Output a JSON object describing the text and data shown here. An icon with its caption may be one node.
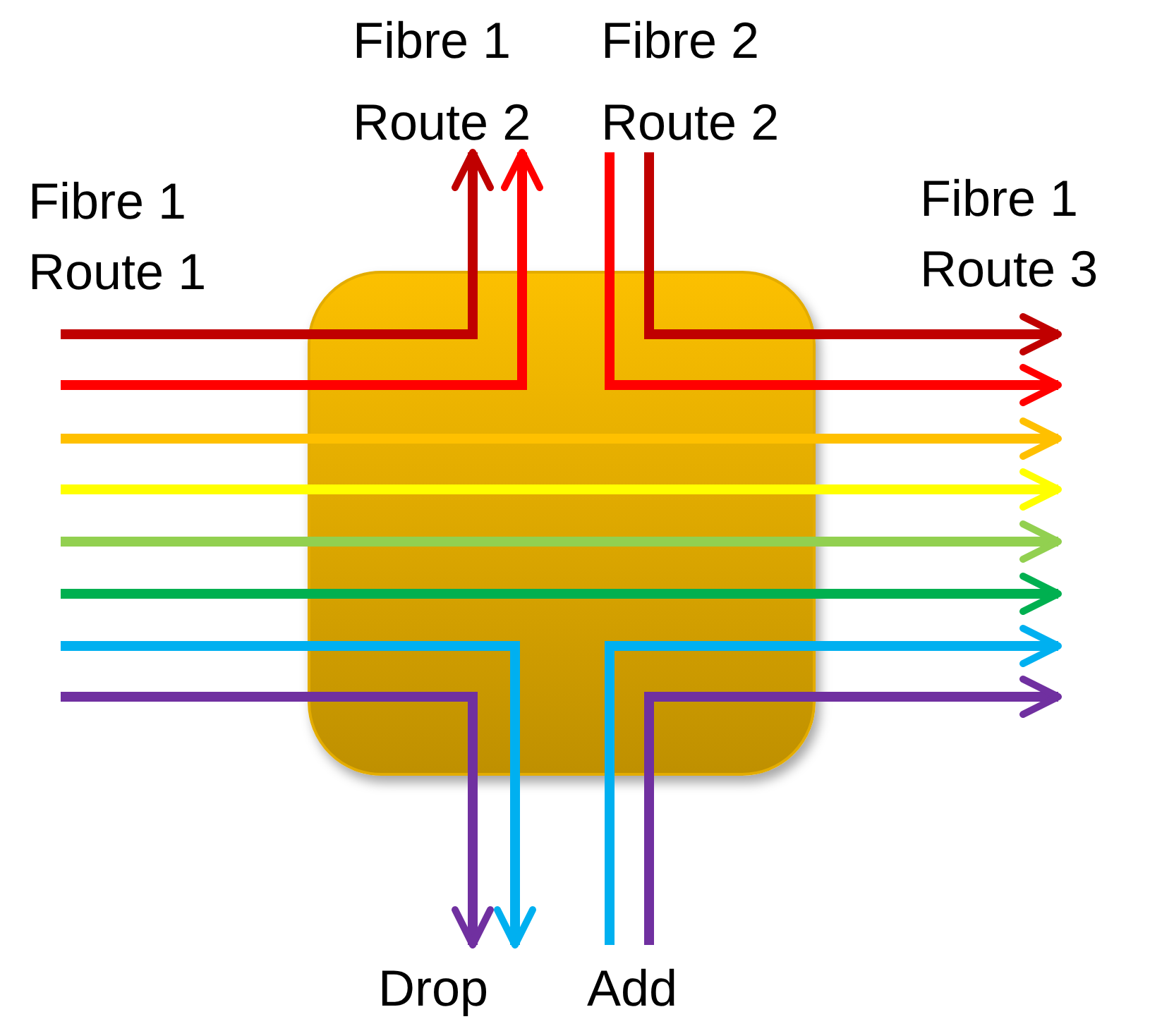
{
  "diagram": {
    "nodes": [
      {
        "text": [
          "Fibre 1 Route 2"
        ]
      },
      {
        "text": [
          "Fibre 2 Route 2"
        ]
      },
      {
        "text": [
          "Drop"
        ]
      },
      {
        "text": [
          "Add"
        ]
      }
    ],
    "edges": [
      {
        "from": null,
        "to": 0,
        "arrow": "to",
        "color": "#c00000"
      },
      {
        "from": null,
        "to": 0,
        "arrow": "to",
        "color": "#ff0000"
      },
      {
        "from": 1,
        "to": null,
        "arrow": "to",
        "color": "#c00000"
      },
      {
        "from": 1,
        "to": null,
        "arrow": "to",
        "color": "#ff0000"
      },
      {
        "from": null,
        "to": 2,
        "arrow": "to",
        "color": "#00b0f0"
      },
      {
        "from": null,
        "to": 2,
        "arrow": "to",
        "color": "#7030a0"
      },
      {
        "from": 3,
        "to": null,
        "arrow": "to",
        "color": "#00b0f0"
      },
      {
        "from": 3,
        "to": null,
        "arrow": "to",
        "color": "#7030a0"
      }
    ],
    "labels": [
      "Fibre 1 Route 1",
      "Fibre 1 Route 3"
    ]
  }
}
